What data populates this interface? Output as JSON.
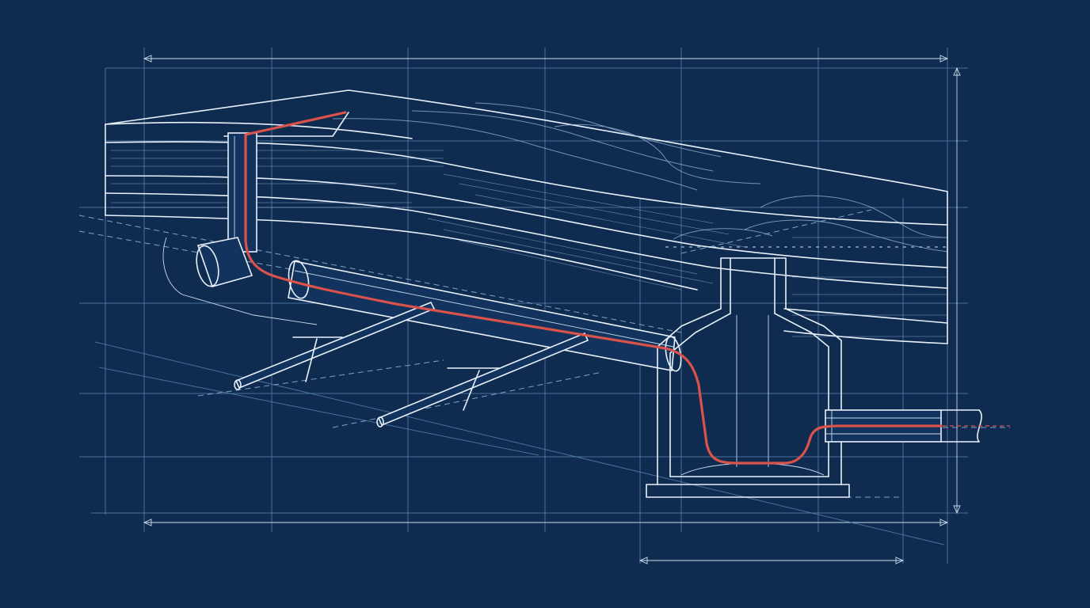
{
  "colors": {
    "background": "#0f2c50",
    "linework": "#e9f1fb",
    "grid": "#5f86b3",
    "flow_path": "#d9534a"
  },
  "elements": {
    "grid": "construction-grid-lines",
    "terrain": "layered-soil-cross-section",
    "riser": "vertical-inlet-riser",
    "main_pipe": "sloped-drain-pipe",
    "laterals": "perforated-lateral-pipes",
    "chamber": "collection-chamber",
    "outlet": "outlet-pipe",
    "flow": "red-flow-path-line"
  }
}
